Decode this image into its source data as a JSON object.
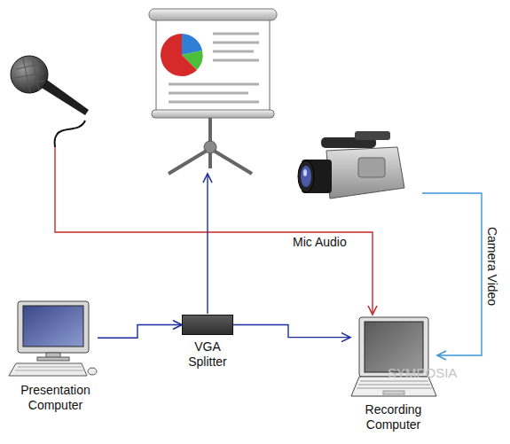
{
  "diagram": {
    "nodes": [
      {
        "text": [
          "Presentation Computer"
        ]
      },
      {
        "text": [
          "VGA Splitter"
        ]
      },
      {
        "text": [
          "Recording Computer"
        ]
      }
    ],
    "edges": [
      {
        "from": 0,
        "to": 1,
        "arrow": "to"
      },
      {
        "from": 1,
        "to": 2,
        "arrow": "to"
      }
    ],
    "labels": [
      "Mic Audio",
      "Camera Video",
      "SYMPOSIA"
    ]
  }
}
